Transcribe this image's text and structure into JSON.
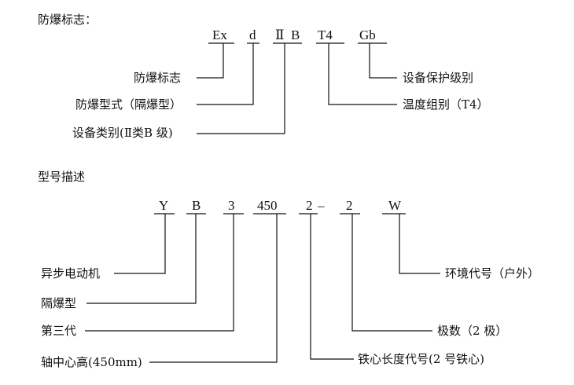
{
  "explosion_section": {
    "heading": "防爆标志：",
    "code_parts": [
      "Ex",
      "d",
      "Ⅱ",
      "B",
      "T4",
      "Gb"
    ],
    "labels": {
      "marking": "防爆标志",
      "type": "防爆型式（隔爆型）",
      "category": "设备类别(Ⅱ类B 级)",
      "protection_level": "设备保护级别",
      "temperature_group": "温度组别（T4）"
    }
  },
  "model_section": {
    "heading": "型号描述",
    "code_parts": [
      "Y",
      "B",
      "3",
      "450",
      "2",
      "–",
      "2",
      "W"
    ],
    "labels": {
      "motor": "异步电动机",
      "flameproof": "隔爆型",
      "generation": "第三代",
      "shaft_height": "轴中心高(450mm)",
      "environment": "环境代号（户外）",
      "poles": "极数（2 极）",
      "core_length": "铁心长度代号(2 号铁心)"
    }
  }
}
